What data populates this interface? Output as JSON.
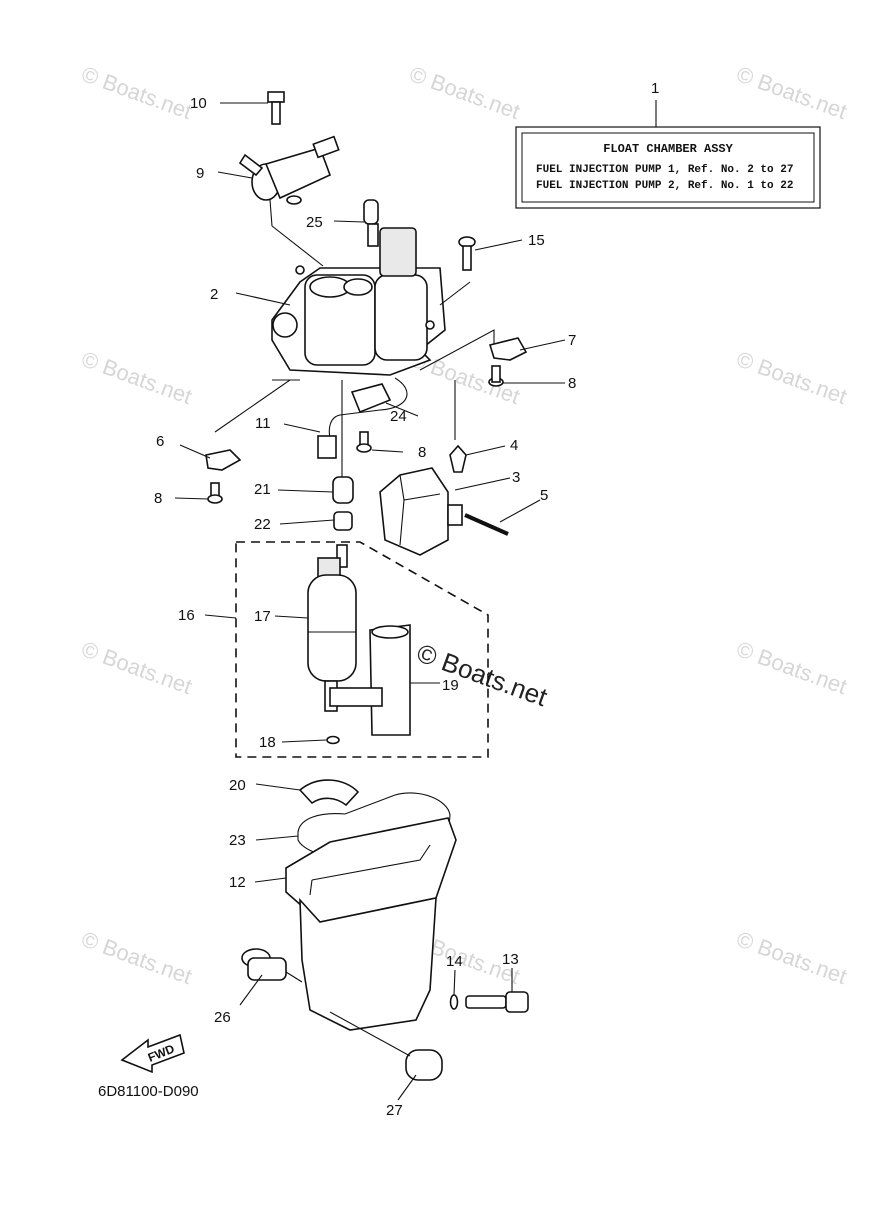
{
  "watermarks": [
    "© Boats.net",
    "© Boats.net",
    "© Boats.net",
    "© Boats.net",
    "© Boats.net",
    "© Boats.net",
    "© Boats.net",
    "© Boats.net",
    "© Boats.net"
  ],
  "center_watermark": "© Boats.net",
  "title_box": {
    "ref_number": "1",
    "title": "FLOAT CHAMBER ASSY",
    "row1": "FUEL INJECTION PUMP 1,  Ref. No. 2 to 27",
    "row2": "FUEL INJECTION PUMP 2,  Ref. No. 1 to 22"
  },
  "callouts": {
    "c10": "10",
    "c9": "9",
    "c25": "25",
    "c15": "15",
    "c2": "2",
    "c7": "7",
    "c8a": "8",
    "c11": "11",
    "c24": "24",
    "c6": "6",
    "c8b": "8",
    "c4": "4",
    "c3": "3",
    "c21": "21",
    "c8c": "8",
    "c5": "5",
    "c22": "22",
    "c16": "16",
    "c17": "17",
    "c19": "19",
    "c18": "18",
    "c20": "20",
    "c23": "23",
    "c12": "12",
    "c14": "14",
    "c13": "13",
    "c26": "26",
    "c27": "27"
  },
  "fwd_label": "FWD",
  "diagram_code": "6D81100-D090"
}
